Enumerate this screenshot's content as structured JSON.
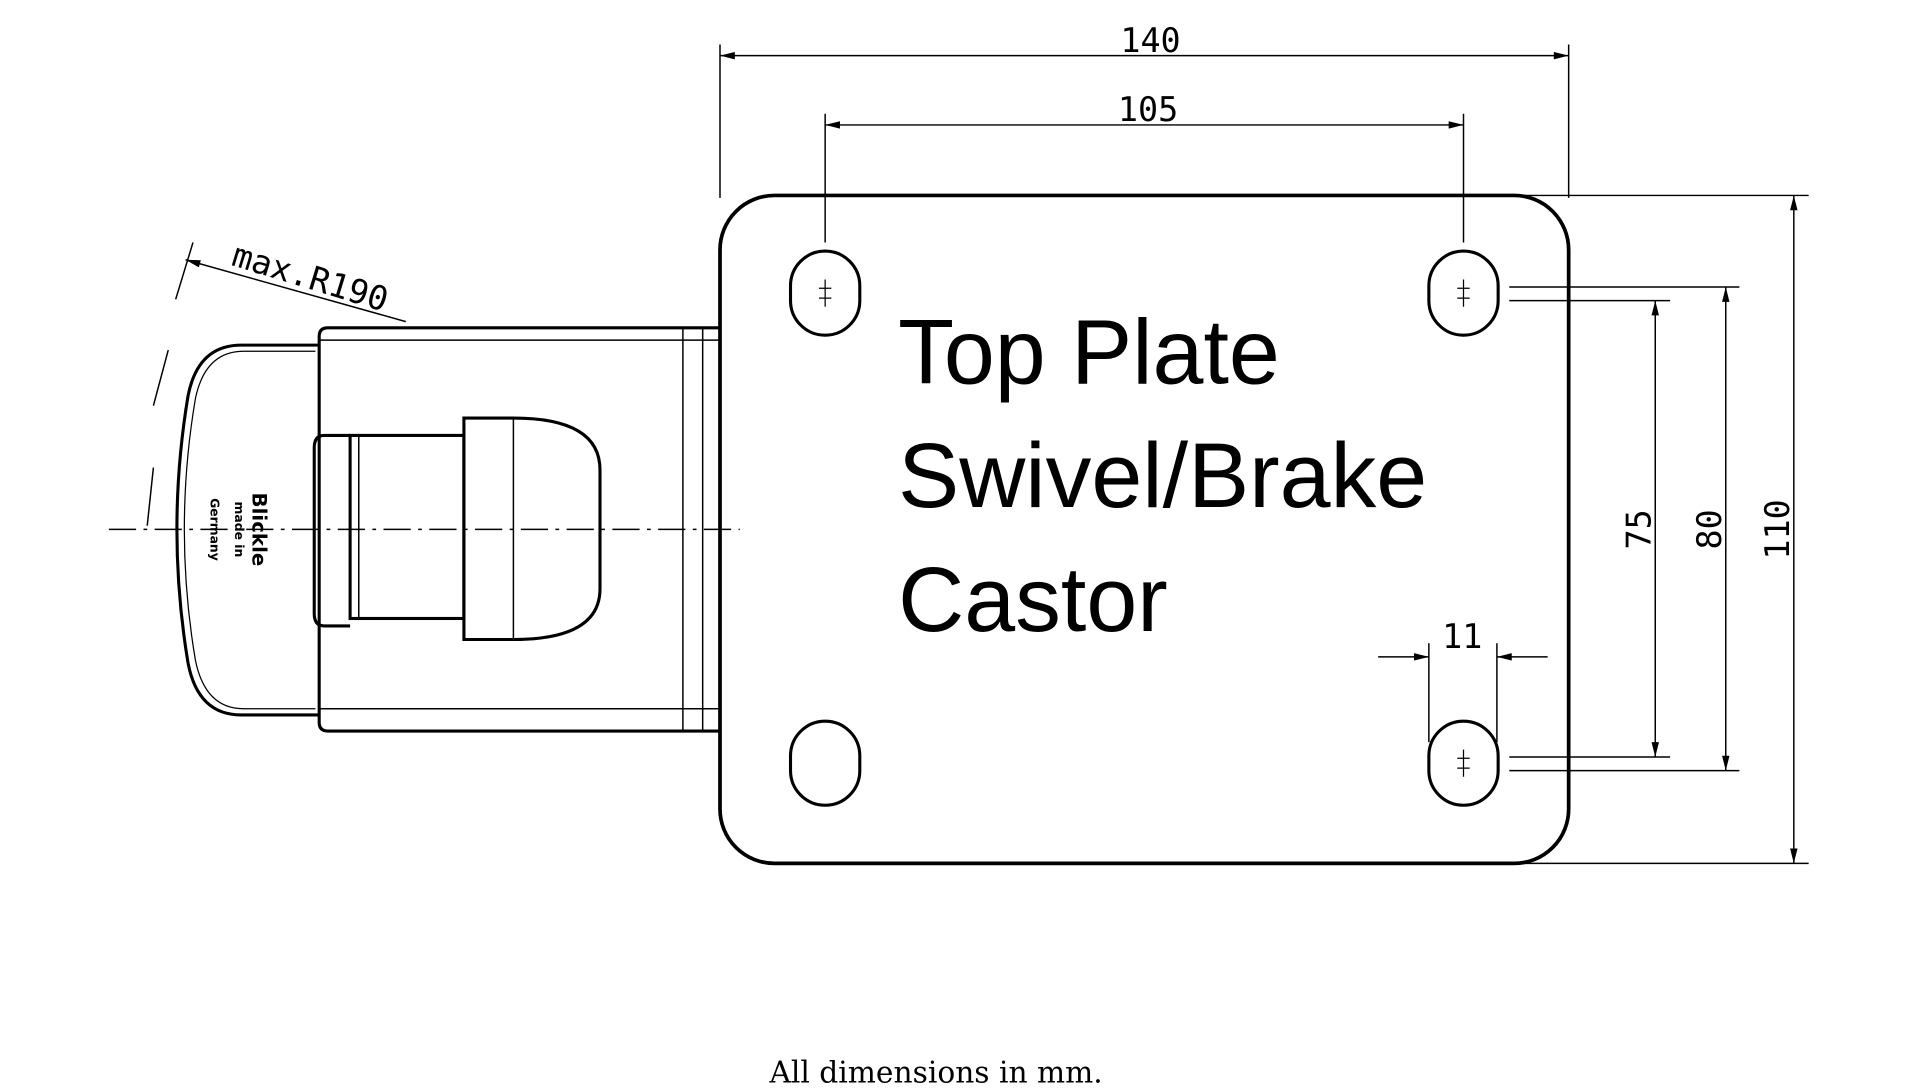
{
  "drawing": {
    "title_lines": [
      "Top Plate",
      "Swivel/Brake",
      "Castor"
    ],
    "dimensions": {
      "plate_width": "140",
      "hole_spacing_x": "105",
      "plate_length": "110",
      "outer_hole_spacing_y": "80",
      "inner_hole_spacing_y": "75",
      "slot_width": "11",
      "swivel_radius": "max.R190"
    },
    "logo": {
      "brand": "Blickle",
      "line2": "made in",
      "line3": "Germany"
    },
    "footer": "All dimensions in mm."
  }
}
